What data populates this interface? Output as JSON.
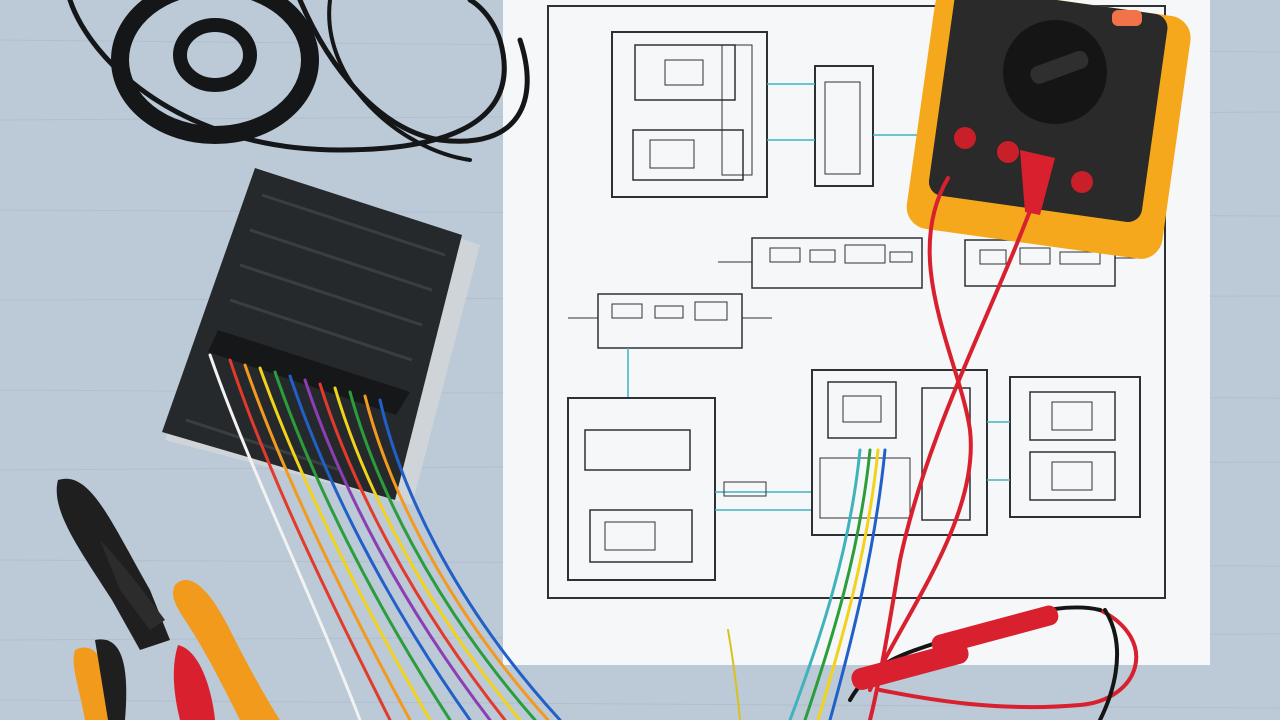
{
  "scene": {
    "description_label": "",
    "colors": {
      "table": "#b9c7d6",
      "table_grain": "#a6b6c7",
      "paper": "#f7f8f9",
      "ink": "#2b2f33",
      "teal_wire": "#3fb3bd",
      "ecu_body": "#25282b",
      "meter_yellow": "#f5a81c",
      "meter_face": "#2a2a2a",
      "probe_red": "#d8202e",
      "probe_black": "#1a1a1a",
      "plier_orange": "#f19a1c",
      "plier_black": "#1f1f1f"
    },
    "objects": [
      "cable-coil",
      "ecu-control-unit",
      "wire-harness",
      "wiring-schematic",
      "digital-multimeter",
      "test-probes",
      "pliers"
    ]
  }
}
